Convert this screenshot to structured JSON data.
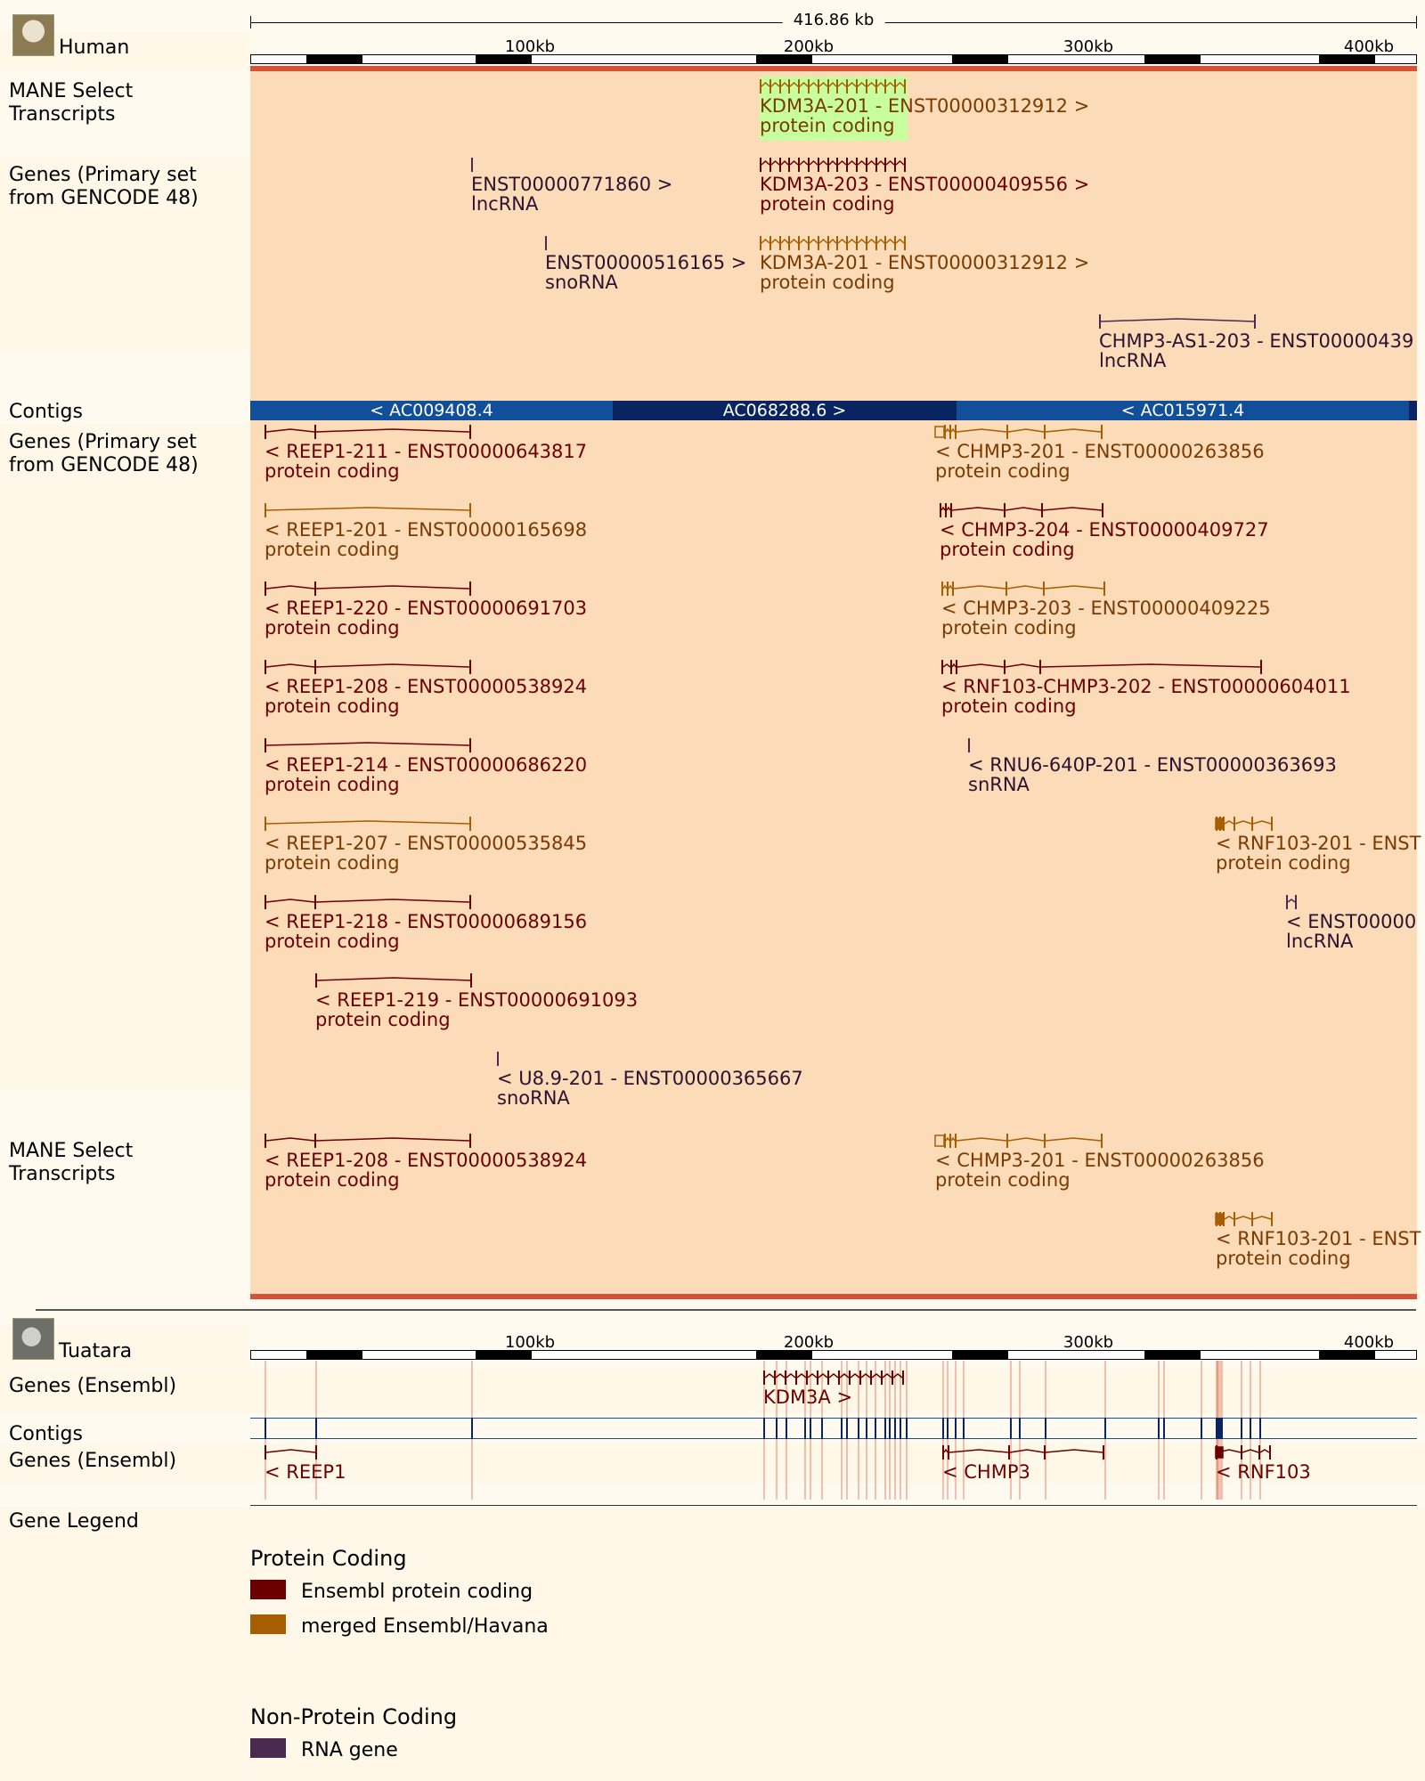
{
  "region_size": "416.86 kb",
  "human": {
    "species": "Human",
    "ticks": [
      "100kb",
      "200kb",
      "300kb",
      "400kb"
    ],
    "tracks": {
      "mane_top": "MANE Select\nTranscripts",
      "genes_top": "Genes (Primary set\nfrom GENCODE 48)",
      "contigs": "Contigs",
      "genes_bottom": "Genes (Primary set\nfrom GENCODE 48)",
      "mane_bottom": "MANE Select\nTranscripts"
    },
    "contigs": [
      "< AC009408.4",
      "AC068288.6 >",
      "< AC015971.4"
    ],
    "mane_top_features": [
      {
        "name": "KDM3A-201 - ENST00000312912 >",
        "biotype": "protein coding",
        "kind": "mh"
      }
    ],
    "genes_top_features": [
      {
        "name": "ENST00000771860 >",
        "biotype": "lncRNA",
        "kind": "rna"
      },
      {
        "name": "KDM3A-203 - ENST00000409556 >",
        "biotype": "protein coding",
        "kind": "pc"
      },
      {
        "name": "ENST00000516165 >",
        "biotype": "snoRNA",
        "kind": "rna"
      },
      {
        "name": "KDM3A-201 - ENST00000312912 >",
        "biotype": "protein coding",
        "kind": "mh"
      },
      {
        "name": "CHMP3-AS1-203 - ENST00000439",
        "biotype": "lncRNA",
        "kind": "rna"
      }
    ],
    "genes_bottom_features": [
      {
        "name": "< REEP1-211 - ENST00000643817",
        "biotype": "protein coding",
        "kind": "pc"
      },
      {
        "name": "< REEP1-201 - ENST00000165698",
        "biotype": "protein coding",
        "kind": "mh"
      },
      {
        "name": "< REEP1-220 - ENST00000691703",
        "biotype": "protein coding",
        "kind": "pc"
      },
      {
        "name": "< REEP1-208 - ENST00000538924",
        "biotype": "protein coding",
        "kind": "pc"
      },
      {
        "name": "< REEP1-214 - ENST00000686220",
        "biotype": "protein coding",
        "kind": "pc"
      },
      {
        "name": "< REEP1-207 - ENST00000535845",
        "biotype": "protein coding",
        "kind": "mh"
      },
      {
        "name": "< REEP1-218 - ENST00000689156",
        "biotype": "protein coding",
        "kind": "pc"
      },
      {
        "name": "< REEP1-219 - ENST00000691093",
        "biotype": "protein coding",
        "kind": "pc"
      },
      {
        "name": "< U8.9-201 - ENST00000365667",
        "biotype": "snoRNA",
        "kind": "rna"
      },
      {
        "name": "< CHMP3-201 - ENST00000263856",
        "biotype": "protein coding",
        "kind": "mh"
      },
      {
        "name": "< CHMP3-204 - ENST00000409727",
        "biotype": "protein coding",
        "kind": "pc"
      },
      {
        "name": "< CHMP3-203 - ENST00000409225",
        "biotype": "protein coding",
        "kind": "mh"
      },
      {
        "name": "< RNF103-CHMP3-202 - ENST00000604011",
        "biotype": "protein coding",
        "kind": "pc"
      },
      {
        "name": "< RNU6-640P-201 - ENST00000363693",
        "biotype": "snRNA",
        "kind": "rna"
      },
      {
        "name": "< RNF103-201 - ENST",
        "biotype": "protein coding",
        "kind": "mh"
      },
      {
        "name": "< ENST00000",
        "biotype": "lncRNA",
        "kind": "rna"
      }
    ],
    "mane_bottom_features": [
      {
        "name": "< REEP1-208 - ENST00000538924",
        "biotype": "protein coding",
        "kind": "pc"
      },
      {
        "name": "< CHMP3-201 - ENST00000263856",
        "biotype": "protein coding",
        "kind": "mh"
      },
      {
        "name": "< RNF103-201 - ENST",
        "biotype": "protein coding",
        "kind": "mh"
      }
    ]
  },
  "tuatara": {
    "species": "Tuatara",
    "ticks": [
      "100kb",
      "200kb",
      "300kb",
      "400kb"
    ],
    "tracks": {
      "genes_top": "Genes (Ensembl)",
      "contigs": "Contigs",
      "genes_bottom": "Genes (Ensembl)"
    },
    "genes_top_features": [
      {
        "name": "KDM3A >",
        "kind": "pc"
      }
    ],
    "genes_bottom_features": [
      {
        "name": "< REEP1",
        "kind": "pc"
      },
      {
        "name": "< CHMP3",
        "kind": "pc"
      },
      {
        "name": "< RNF103",
        "kind": "pc"
      }
    ]
  },
  "legend": {
    "title": "Gene Legend",
    "protein_heading": "Protein Coding",
    "protein_items": [
      {
        "label": "Ensembl protein coding",
        "color": "#6b0000"
      },
      {
        "label": "merged Ensembl/Havana",
        "color": "#a65e00"
      }
    ],
    "nonprotein_heading": "Non-Protein Coding",
    "nonprotein_items": [
      {
        "label": "RNA gene",
        "color": "#4b2a50"
      }
    ]
  },
  "colors": {
    "protein_coding": "#6b0000",
    "merged": "#a65e00",
    "rna": "#4b2a50",
    "region_bg": "#fcdbb8",
    "highlight": "#c8ff9e",
    "contig_light": "#114f9a",
    "contig_dark": "#0a2462",
    "red_bar": "#d6533a"
  }
}
